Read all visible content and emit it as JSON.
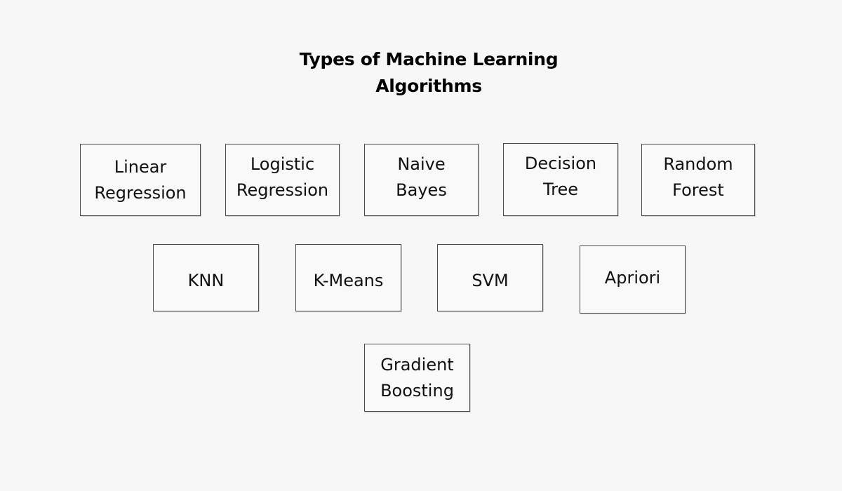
{
  "title": {
    "line1": "Types of Machine Learning",
    "line2": "Algorithms"
  },
  "algorithms": [
    "Linear\nRegression",
    "Logistic\nRegression",
    "Naive\nBayes",
    "Decision\nTree",
    "Random\nForest",
    "KNN",
    "K-Means",
    "SVM",
    "Apriori",
    "Gradient\nBoosting"
  ]
}
